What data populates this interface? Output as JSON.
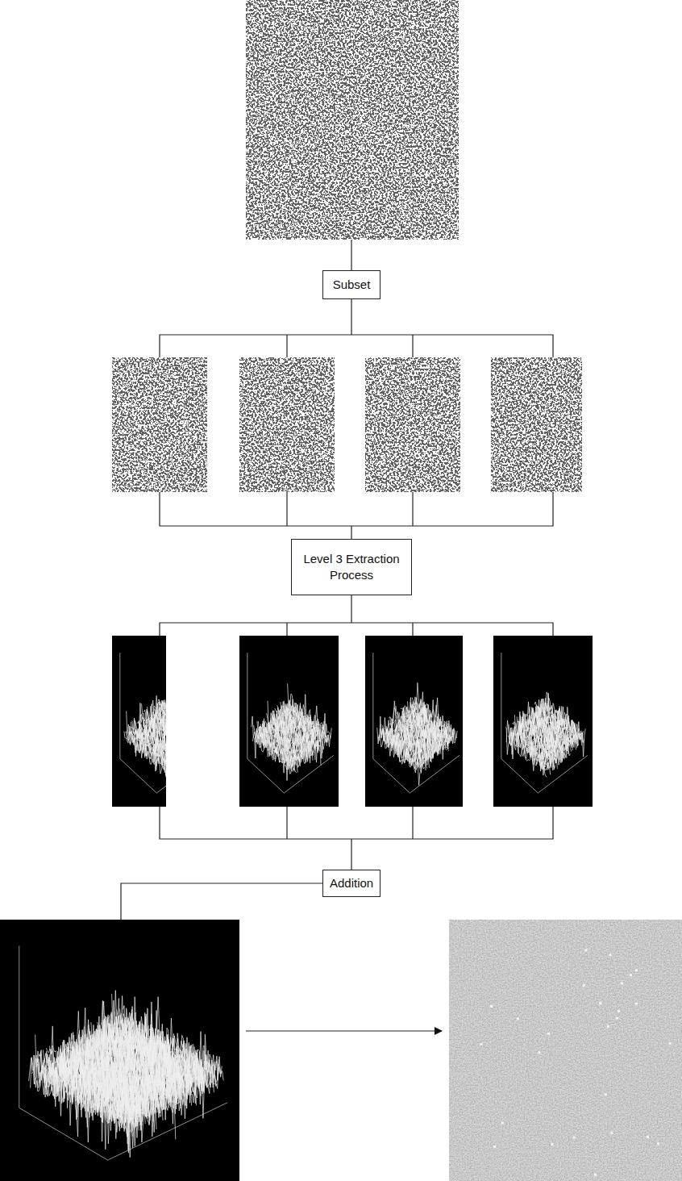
{
  "diagram": {
    "nodes": [
      {
        "text": [
          "Subset"
        ]
      },
      {
        "text": [
          "Level 3 Extraction Process"
        ]
      },
      {
        "text": [
          "Addition"
        ]
      }
    ]
  }
}
